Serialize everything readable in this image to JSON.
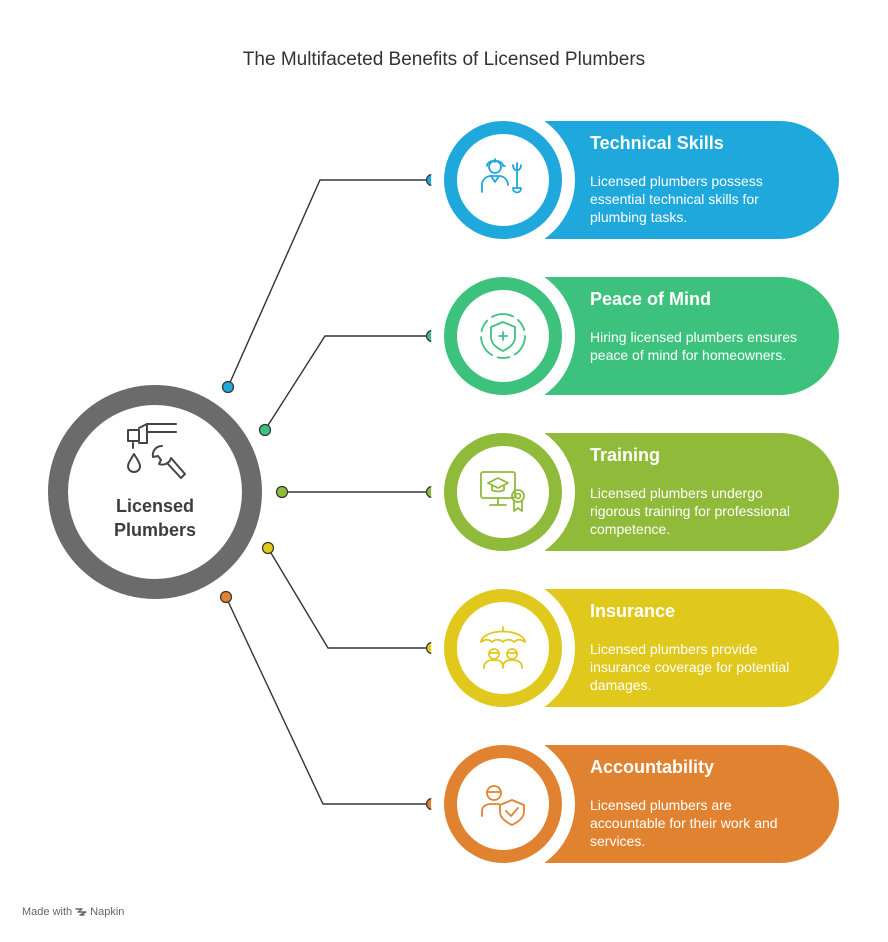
{
  "title": "The Multifaceted Benefits of Licensed Plumbers",
  "hub": {
    "label_line1": "Licensed",
    "label_line2": "Plumbers",
    "ring_color": "#6b6b6b",
    "icon": "faucet-wrench-icon"
  },
  "benefits": [
    {
      "title": "Technical Skills",
      "description": "Licensed plumbers possess essential technical skills for plumbing tasks.",
      "color": "#1ea8dc",
      "icon": "worker-wrench-icon"
    },
    {
      "title": "Peace of Mind",
      "description": "Hiring licensed plumbers ensures peace of mind for homeowners.",
      "color": "#3dc27e",
      "icon": "shield-plus-icon"
    },
    {
      "title": "Training",
      "description": "Licensed plumbers undergo rigorous training for professional competence.",
      "color": "#8fba3a",
      "icon": "certificate-icon"
    },
    {
      "title": "Insurance",
      "description": "Licensed plumbers provide insurance coverage for potential damages.",
      "color": "#e0c81c",
      "icon": "umbrella-people-icon"
    },
    {
      "title": "Accountability",
      "description": "Licensed plumbers are accountable for their work and services.",
      "color": "#e08230",
      "icon": "person-shield-icon"
    }
  ],
  "footer": {
    "prefix": "Made with",
    "brand": "Napkin"
  }
}
